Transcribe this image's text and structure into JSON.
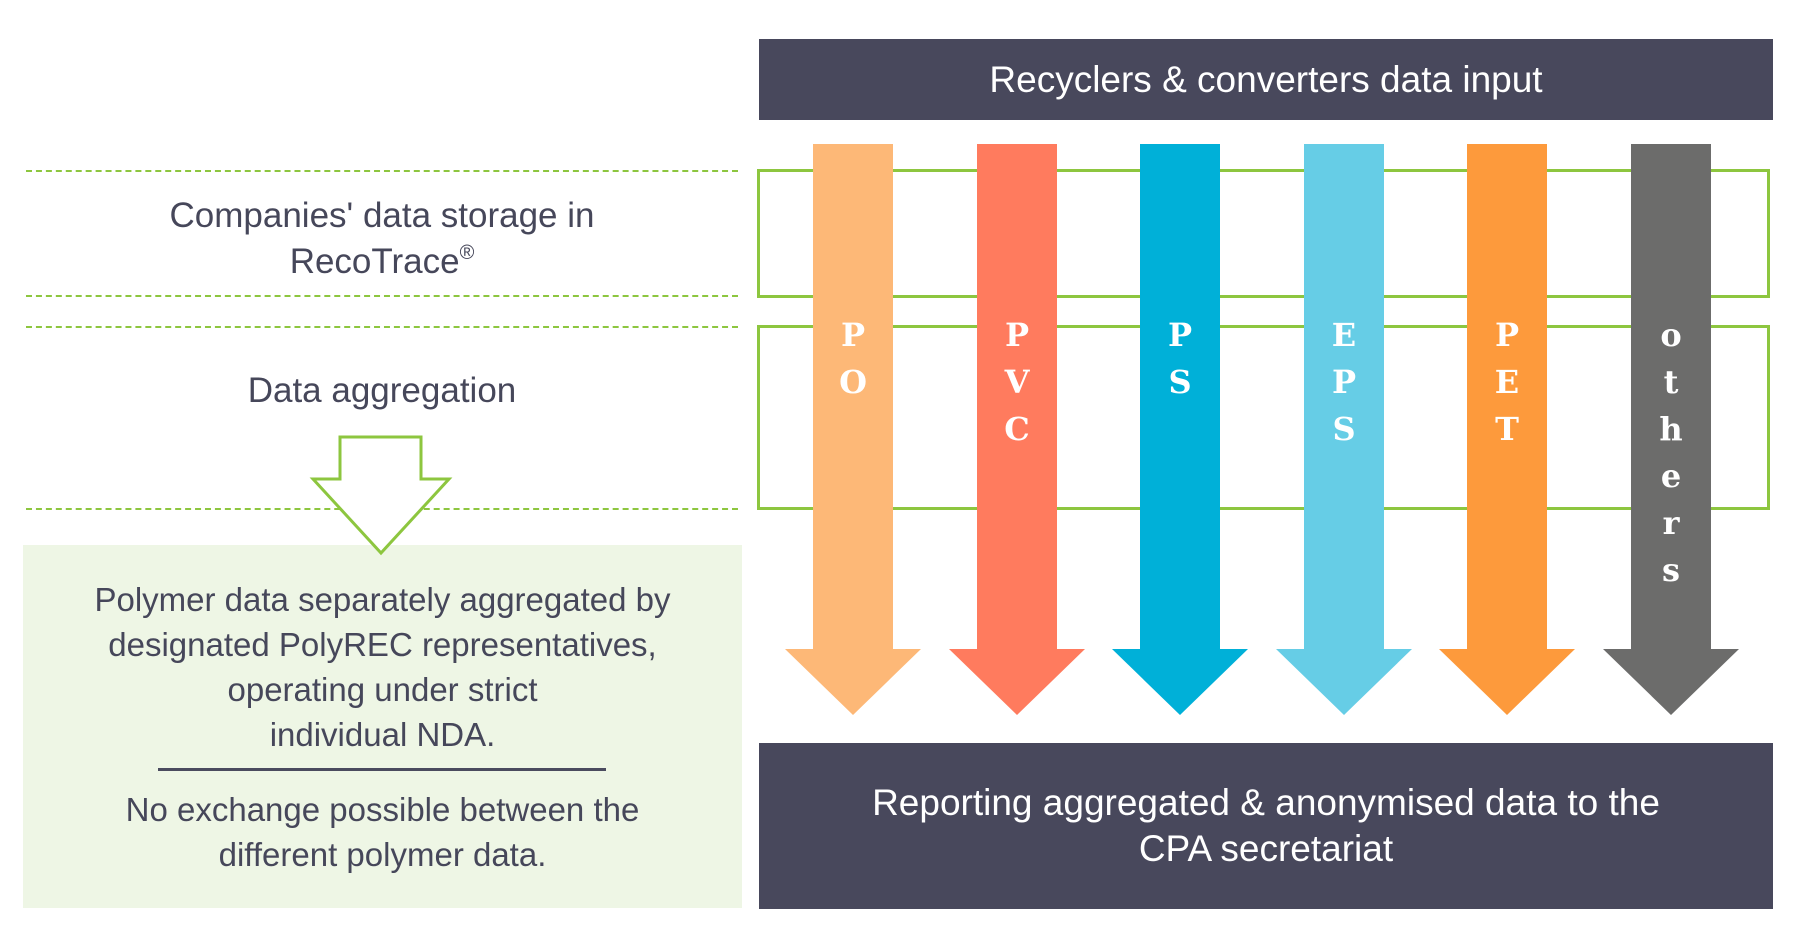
{
  "left": {
    "storage_label_line1": "Companies' data storage in",
    "storage_label_line2": "RecoTrace",
    "storage_label_mark": "®",
    "aggregation_label": "Data aggregation",
    "info_box": {
      "lines_top": [
        "Polymer data separately aggregated by",
        "designated PolyREC representatives,",
        "operating under strict",
        "individual NDA."
      ],
      "lines_bottom": [
        "No exchange possible between the",
        "different polymer data."
      ]
    }
  },
  "right": {
    "top_banner": "Recyclers & converters data input",
    "bottom_banner_line1": "Reporting aggregated & anonymised data to the",
    "bottom_banner_line2": "CPA secretariat",
    "columns": [
      {
        "label": "PO",
        "color": "#fdb877"
      },
      {
        "label": "PVC",
        "color": "#ff7b5e"
      },
      {
        "label": "PS",
        "color": "#00b0d8"
      },
      {
        "label": "EPS",
        "color": "#66cde6"
      },
      {
        "label": "PET",
        "color": "#fd9a3c"
      },
      {
        "label": "others",
        "color": "#6c6c6b"
      }
    ]
  },
  "colors": {
    "banner": "#48485c",
    "accent_green": "#8dc63f",
    "info_box_fill": "#eef6e5",
    "text": "#46475a"
  }
}
